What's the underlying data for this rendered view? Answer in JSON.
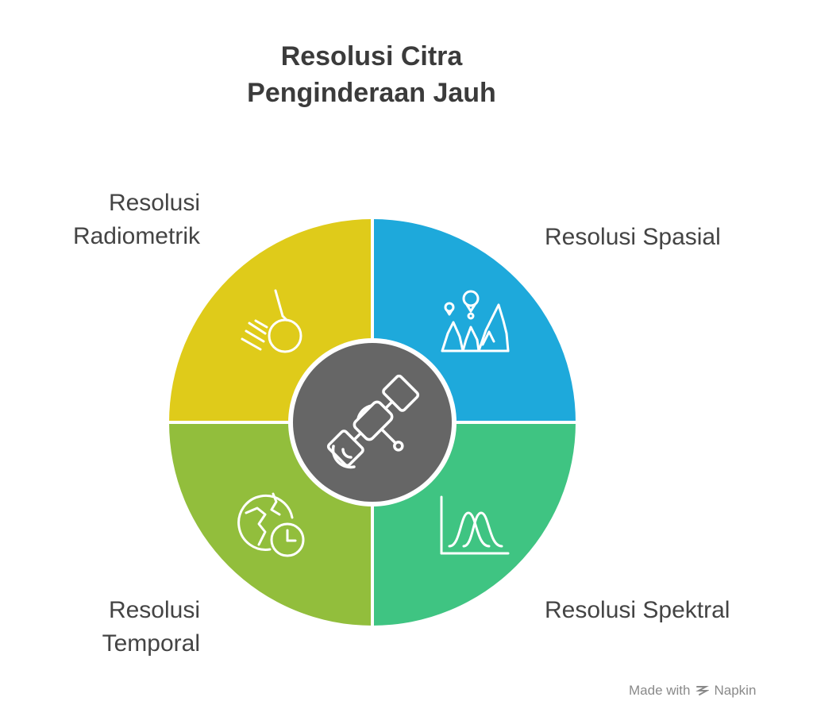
{
  "title": {
    "line1": "Resolusi Citra",
    "line2": "Penginderaan Jauh"
  },
  "quadrants": {
    "radiometrik": {
      "label_line1": "Resolusi",
      "label_line2": "Radiometrik",
      "color": "#DFCB1A",
      "icon": "wrecking-ball-icon"
    },
    "spasial": {
      "label": "Resolusi Spasial",
      "color": "#1EA9DB",
      "icon": "mountains-location-icon"
    },
    "temporal": {
      "label_line1": "Resolusi",
      "label_line2": "Temporal",
      "color": "#92BE3C",
      "icon": "globe-clock-icon"
    },
    "spektral": {
      "label": "Resolusi Spektral",
      "color": "#3FC482",
      "icon": "spectral-curve-icon"
    }
  },
  "center": {
    "color": "#666666",
    "icon": "satellite-icon"
  },
  "watermark": {
    "text_prefix": "Made with",
    "brand": "Napkin"
  }
}
